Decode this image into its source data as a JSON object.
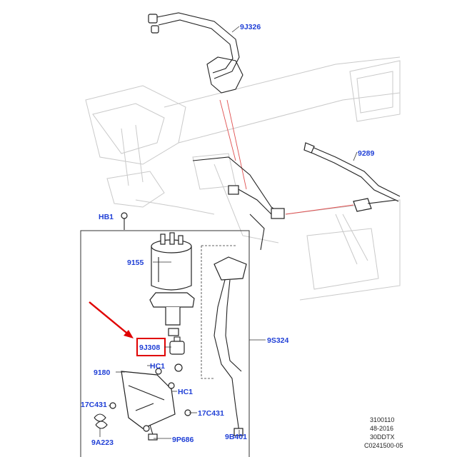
{
  "callouts": {
    "c9j326": "9J326",
    "c9289": "9289",
    "hb1": "HB1",
    "c9155": "9155",
    "c9j308": "9J308",
    "c9s324": "9S324",
    "c9180": "9180",
    "hc1a": "HC1",
    "hc1b": "HC1",
    "c17c431a": "17C431",
    "c17c431b": "17C431",
    "c9a223": "9A223",
    "c9p686": "9P686",
    "c9b401": "9B401"
  },
  "info": {
    "line1": "3100110",
    "line2": "48-2016",
    "line3": "30DDTX",
    "line4": "C0241500-05"
  },
  "colors": {
    "callout": "#1f3fd6",
    "highlight": "#e00000",
    "ghost": "#c9c9c9"
  }
}
